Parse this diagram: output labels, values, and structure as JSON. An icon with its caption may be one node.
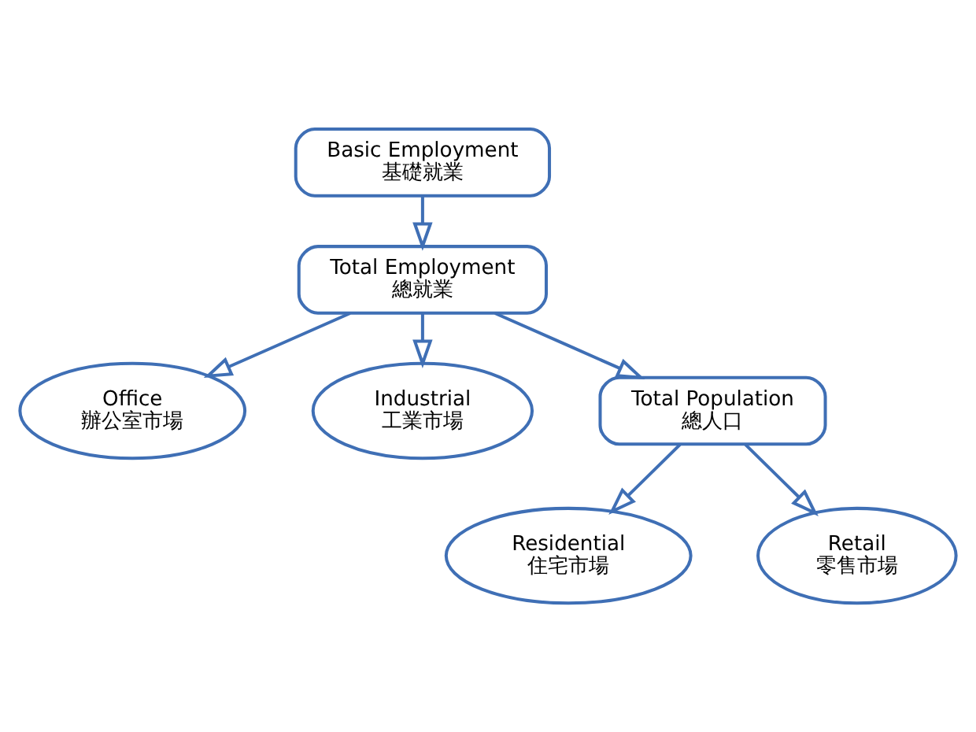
{
  "diagram": {
    "nodes": [
      {
        "text": [
          "Basic Employment",
          "基礎就業"
        ]
      },
      {
        "text": [
          "Total Employment",
          "總就業"
        ]
      },
      {
        "text": [
          "Office",
          "辦公室市場"
        ]
      },
      {
        "text": [
          "Industrial",
          "工業市場"
        ]
      },
      {
        "text": [
          "Total Population",
          "總人口"
        ]
      },
      {
        "text": [
          "Residential",
          "住宅市場"
        ]
      },
      {
        "text": [
          "Retail",
          "零售市場"
        ]
      }
    ],
    "edges": [
      {
        "from": 0,
        "to": 1,
        "arrow": "to"
      },
      {
        "from": 1,
        "to": 2,
        "arrow": "to"
      },
      {
        "from": 1,
        "to": 4,
        "arrow": "to"
      },
      {
        "from": 1,
        "to": 3,
        "arrow": "to"
      },
      {
        "from": 4,
        "to": 5,
        "arrow": "to"
      },
      {
        "from": 4,
        "to": 6,
        "arrow": "to"
      }
    ]
  }
}
